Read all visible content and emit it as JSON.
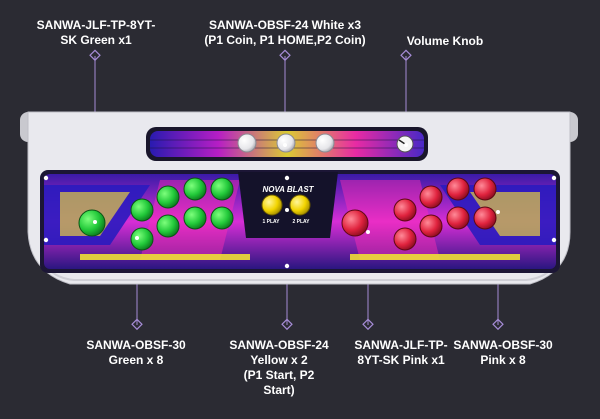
{
  "callouts": {
    "joystick_left": {
      "line1": "SANWA-JLF-TP-8YT-",
      "line2": "SK Green x1"
    },
    "white_buttons": {
      "line1": "SANWA-OBSF-24 White x3",
      "line2": "(P1 Coin, P1 HOME,P2 Coin)"
    },
    "volume": {
      "line1": "Volume Knob"
    },
    "green_buttons": {
      "line1": "SANWA-OBSF-30",
      "line2": "Green x 8"
    },
    "yellow_buttons": {
      "line1": "SANWA-OBSF-24",
      "line2": "Yellow x 2",
      "line3": "(P1 Start, P2",
      "line4": "Start)"
    },
    "joystick_right": {
      "line1": "SANWA-JLF-TP-",
      "line2": "8YT-SK Pink x1"
    },
    "pink_buttons": {
      "line1": "SANWA-OBSF-30",
      "line2": "Pink x 8"
    }
  },
  "panel": {
    "logo": "NOVA BLAST",
    "p1_play": "1 PLAY",
    "p2_play": "2 PLAY"
  },
  "colors": {
    "background": "#2b2b33",
    "panel_white": "#e9e9ee",
    "green_button": "#22c93a",
    "pink_button": "#e0233e",
    "yellow_button": "#f2d400",
    "white_button": "#f4f4f4",
    "leader_line": "#a58bd6"
  }
}
